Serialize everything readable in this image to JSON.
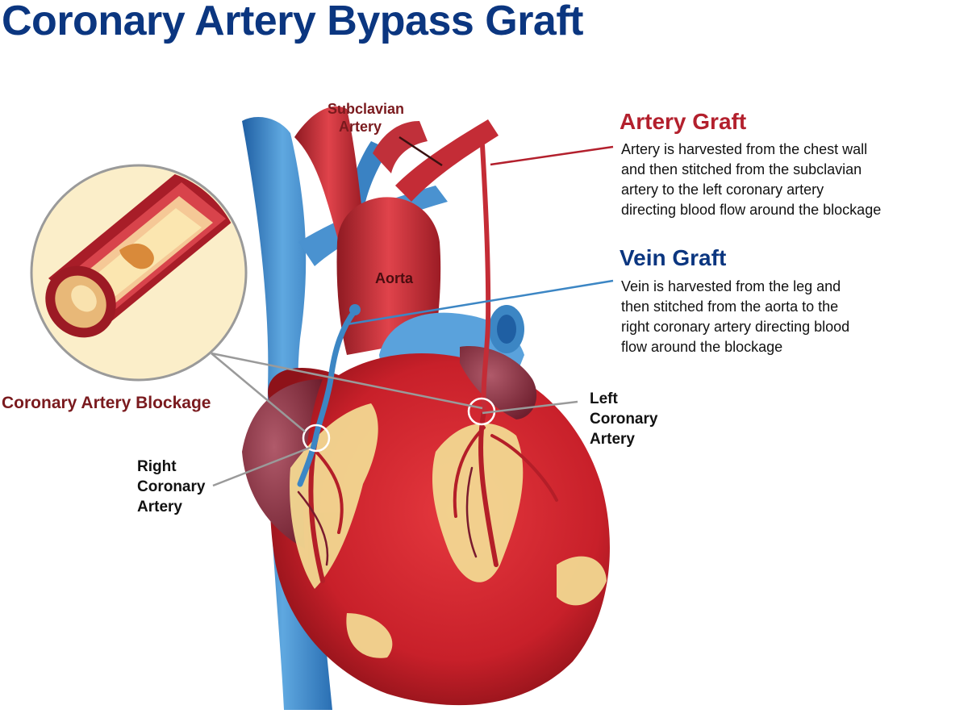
{
  "title": "Coronary Artery Bypass Graft",
  "labels": {
    "subclavian": [
      "Subclavian",
      "Artery"
    ],
    "aorta": "Aorta",
    "blockage": "Coronary Artery Blockage",
    "right_coronary": [
      "Right",
      "Coronary",
      "Artery"
    ],
    "left_coronary": [
      "Left",
      "Coronary",
      "Artery"
    ]
  },
  "artery_graft": {
    "heading": "Artery Graft",
    "description": [
      "Artery is harvested from the chest wall",
      "and then stitched from the subclavian",
      "artery to the left coronary artery",
      "directing blood flow around the blockage"
    ]
  },
  "vein_graft": {
    "heading": "Vein Graft",
    "description": [
      "Vein is harvested from the leg and",
      "then stitched from the aorta to the",
      "right coronary artery directing blood",
      "flow around the blockage"
    ]
  },
  "colors": {
    "title_blue": "#0b3680",
    "artery_red": "#b3202d",
    "vein_blue": "#3c86c4",
    "fat_yellow": "#f2d891",
    "inset_bg": "#fbeec9"
  }
}
